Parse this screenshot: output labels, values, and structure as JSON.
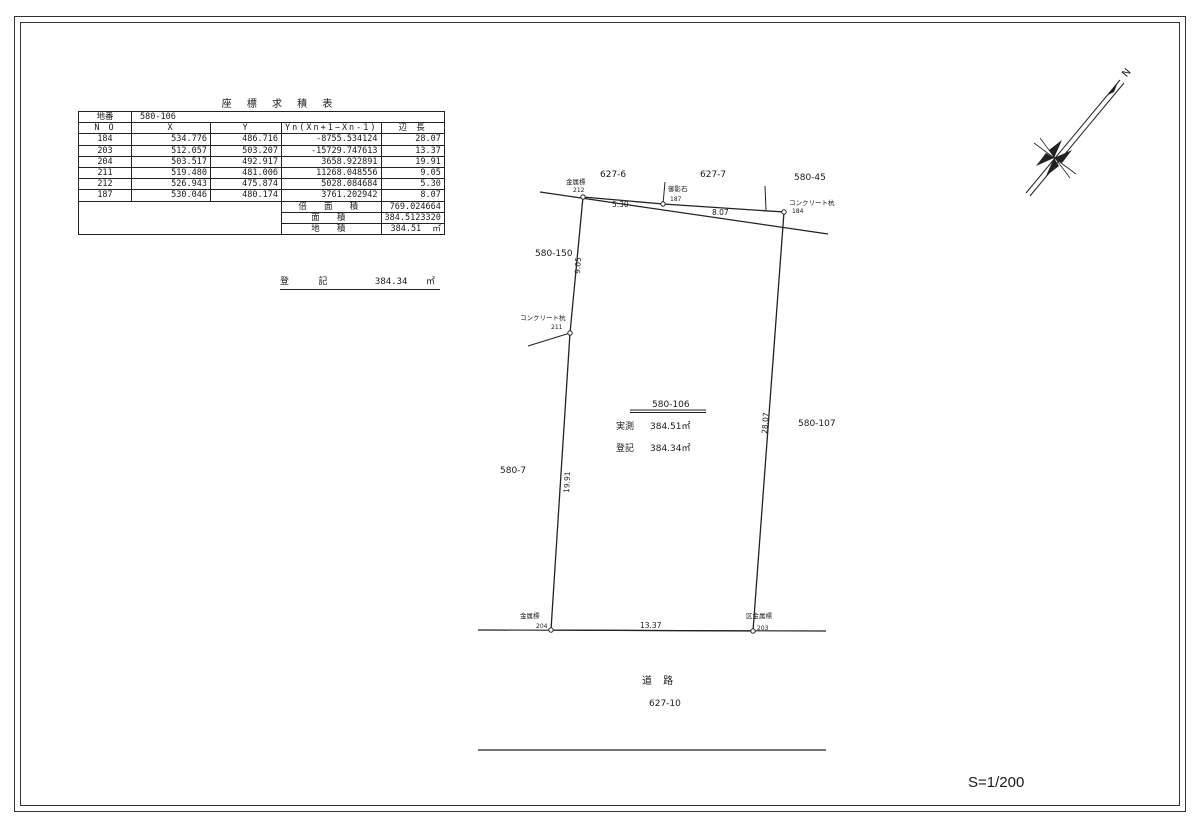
{
  "table": {
    "title": "座 標 求 積 表",
    "lot_label": "地番",
    "lot_value": "580-106",
    "headers": [
      "N O",
      "X",
      "Y",
      "Yn(Xn+1−Xn-1)",
      "辺 長"
    ],
    "rows": [
      {
        "no": "184",
        "x": "534.776",
        "y": "486.716",
        "yn": "-8755.534124",
        "len": "28.07"
      },
      {
        "no": "203",
        "x": "512.057",
        "y": "503.207",
        "yn": "-15729.747613",
        "len": "13.37"
      },
      {
        "no": "204",
        "x": "503.517",
        "y": "492.917",
        "yn": "3658.922891",
        "len": "19.91"
      },
      {
        "no": "211",
        "x": "519.480",
        "y": "481.006",
        "yn": "11268.048556",
        "len": "9.05"
      },
      {
        "no": "212",
        "x": "526.943",
        "y": "475.874",
        "yn": "5028.084684",
        "len": "5.30"
      },
      {
        "no": "187",
        "x": "530.046",
        "y": "480.174",
        "yn": "3761.202942",
        "len": "8.07"
      }
    ],
    "double_area_label": "倍 面 積",
    "double_area": "769.024664",
    "area_label": "面 積",
    "area": "384.5123320",
    "land_area_label": "地 積",
    "land_area": "384.51",
    "unit": "㎡"
  },
  "registered": {
    "label": "登 記",
    "value": "384.34",
    "unit": "㎡"
  },
  "map": {
    "lots": {
      "n1": "627-6",
      "n2": "627-7",
      "n3": "580-45",
      "w1": "580-150",
      "w2": "580-7",
      "e1": "580-107",
      "south": "627-10"
    },
    "road": "道 路",
    "subject": {
      "lot": "580-106",
      "measured_label": "実測",
      "measured": "384.51㎡",
      "registered_label": "登記",
      "registered": "384.34㎡"
    },
    "points": {
      "p212_type": "金属標",
      "p212_no": "212",
      "p187_type": "御影石",
      "p187_no": "187",
      "p184_type": "コンクリート杭",
      "p184_no": "184",
      "p211_type": "コンクリート杭",
      "p211_no": "211",
      "p204_type": "金属標",
      "p204_no": "204",
      "p203_type": "区金属標",
      "p203_no": "203"
    },
    "distances": {
      "d212_187": "5.30",
      "d187_184": "8.07",
      "d212_211": "9.05",
      "d211_204": "19.91",
      "d184_203": "28.07",
      "d204_203": "13.37"
    },
    "north": "N"
  },
  "scale": "S=1/200"
}
